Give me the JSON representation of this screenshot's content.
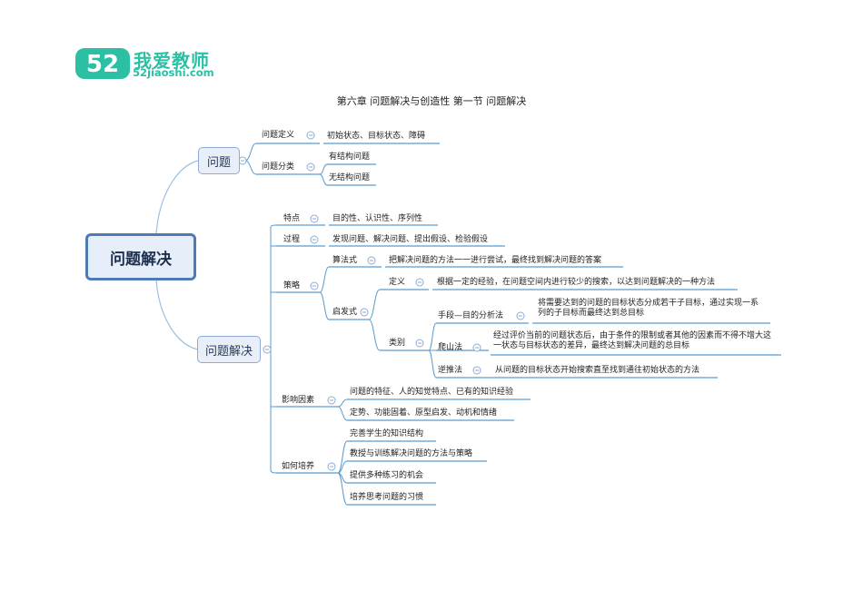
{
  "logo": {
    "cn": "我爱教师",
    "en": "52jiaoshi.com",
    "mark": "52"
  },
  "title": "第六章  问题解决与创造性  第一节  问题解决",
  "root": "问题解决",
  "problem": {
    "label": "问题",
    "definition": {
      "label": "问题定义",
      "content": "初始状态、目标状态、障碍"
    },
    "types": {
      "label": "问题分类",
      "items": [
        "有结构问题",
        "无结构问题"
      ]
    }
  },
  "solving": {
    "label": "问题解决",
    "features": {
      "label": "特点",
      "content": "目的性、认识性、序列性"
    },
    "process": {
      "label": "过程",
      "content": "发现问题、解决问题、提出假设、检验假设"
    },
    "strategy": {
      "label": "策略",
      "algorithm": {
        "label": "算法式",
        "content": "把解决问题的方法一一进行尝试，最终找到解决问题的答案"
      },
      "heuristic": {
        "label": "启发式",
        "definition": {
          "label": "定义",
          "content": "根据一定的经验，在问题空间内进行较少的搜索，以达到问题解决的一种方法"
        },
        "types": {
          "label": "类别",
          "means_end": {
            "label": "手段—目的分析法",
            "content": "将需要达到的问题的目标状态分成若干子目标，通过实现一系列的子目标而最终达到总目标"
          },
          "hill_climbing": {
            "label": "爬山法",
            "content": "经过评价当前的问题状态后，由于条件的限制或者其他的因素而不得不增大这一状态与目标状态的差异，最终达到解决问题的总目标"
          },
          "backward": {
            "label": "逆推法",
            "content": "从问题的目标状态开始搜索直至找到通往初始状态的方法"
          }
        }
      }
    },
    "factors": {
      "label": "影响因素",
      "items": [
        "问题的特征、人的知觉特点、已有的知识经验",
        "定势、功能固着、原型启发、动机和情绪"
      ]
    },
    "cultivation": {
      "label": "如何培养",
      "items": [
        "完善学生的知识结构",
        "教授与训练解决问题的方法与策略",
        "提供多种练习的机会",
        "培养思考问题的习惯"
      ]
    }
  }
}
